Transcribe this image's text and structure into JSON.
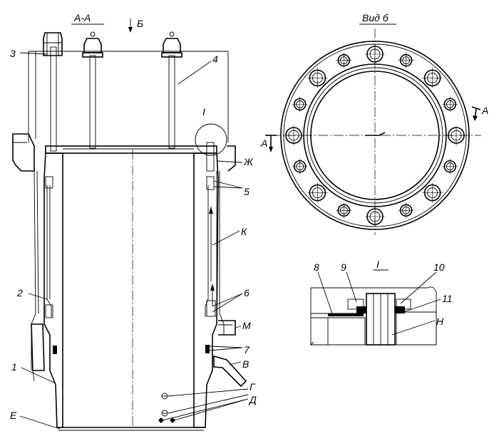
{
  "views": {
    "section_title": "А-А",
    "view_b_title": "Вид б",
    "detail_title": "I",
    "view_arrow_letter": "Б",
    "cut_letter_left": "А",
    "cut_letter_right": "А"
  },
  "callouts": {
    "n1": "1",
    "n2": "2",
    "n3": "3",
    "n4": "4",
    "n5": "5",
    "n6": "6",
    "n7": "7",
    "n8": "8",
    "n9": "9",
    "n10": "10",
    "n11": "11",
    "zh": "Ж",
    "k": "К",
    "m": "М",
    "v": "В",
    "g": "Г",
    "d": "Д",
    "e": "Е",
    "n": "Н",
    "detail_mark": "I"
  }
}
